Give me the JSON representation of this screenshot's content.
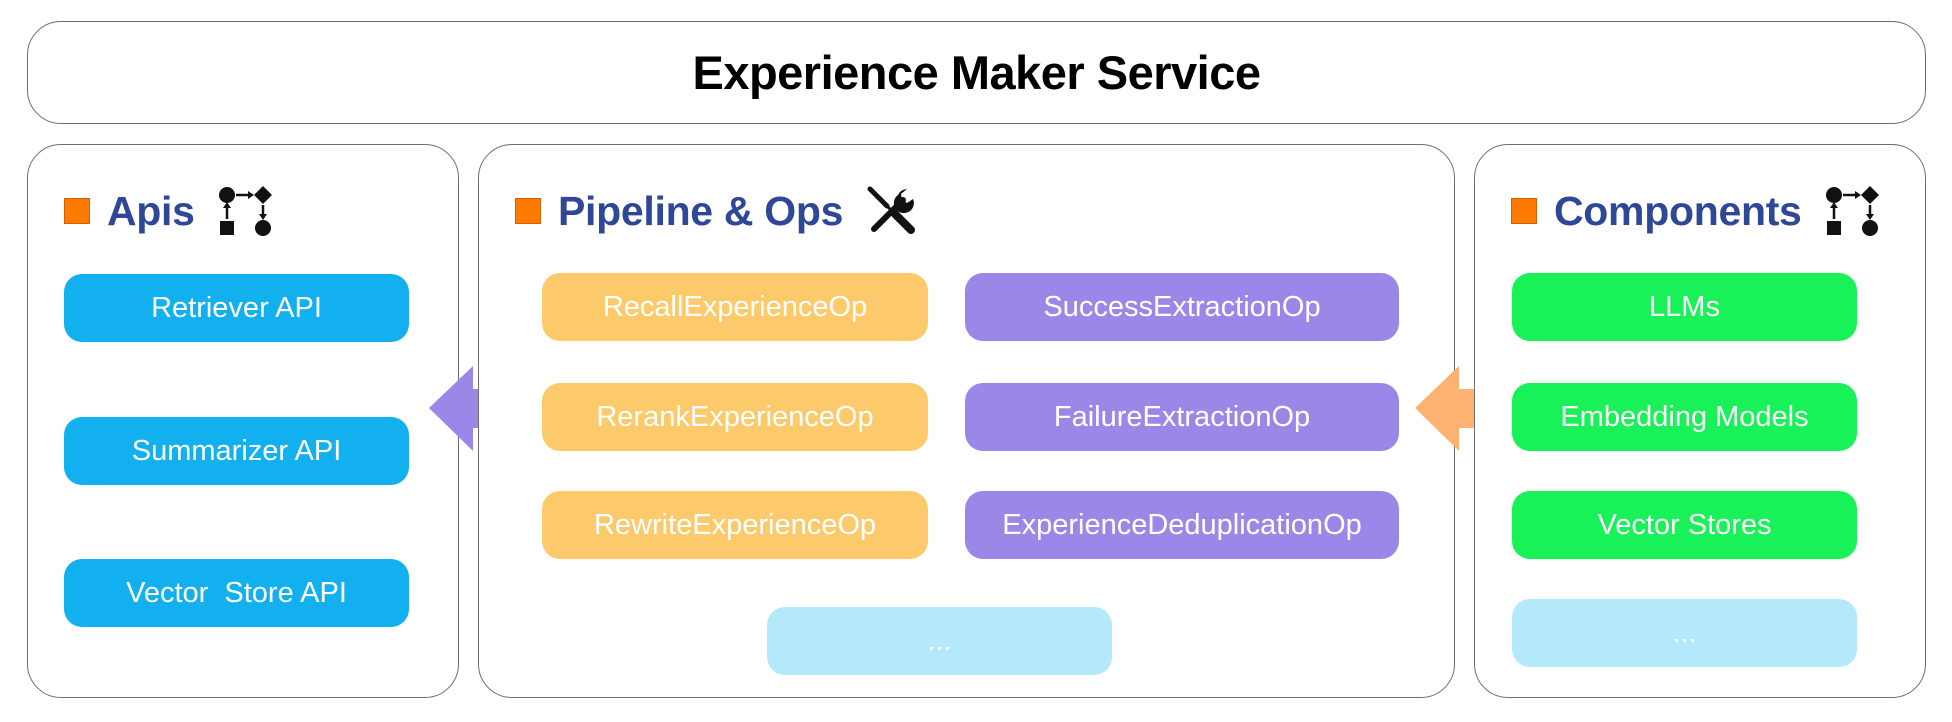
{
  "header": {
    "title": "Experience Maker Service"
  },
  "apis": {
    "title": "Apis",
    "icon": "workflow-icon",
    "items": [
      "Retriever API",
      "Summarizer API",
      "Vector  Store API"
    ]
  },
  "pipeline": {
    "title": "Pipeline & Ops",
    "icon": "tools-icon",
    "left_ops": [
      "RecallExperienceOp",
      "RerankExperienceOp",
      "RewriteExperienceOp"
    ],
    "right_ops": [
      "SuccessExtractionOp",
      "FailureExtractionOp",
      "ExperienceDeduplicationOp"
    ],
    "more": "..."
  },
  "components": {
    "title": "Components",
    "icon": "workflow-icon",
    "items": [
      "LLMs",
      "Embedding Models",
      "Vector Stores"
    ],
    "more": "..."
  },
  "colors": {
    "bullet": "#ff7a00",
    "title": "#2e4796",
    "api": "#12b0ee",
    "op_yellow": "#fdca6b",
    "op_purple": "#9b87e8",
    "component": "#18f158",
    "placeholder": "#b3e9fb",
    "arrow_purple": "#9b87e8",
    "arrow_orange": "#fdb272"
  }
}
